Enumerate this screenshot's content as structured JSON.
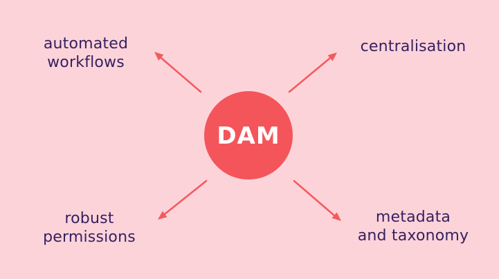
{
  "colors": {
    "background": "#FDD3DA",
    "circle": "#F4555A",
    "arrow": "#F25B5C",
    "label_text": "#36215F",
    "center_text": "#FFFFFF"
  },
  "diagram": {
    "center_label": "DAM",
    "nodes": [
      {
        "id": "automated-workflows",
        "position": "top-left",
        "lines": [
          "automated",
          "workflows"
        ]
      },
      {
        "id": "centralisation",
        "position": "top-right",
        "lines": [
          "centralisation"
        ]
      },
      {
        "id": "robust-permissions",
        "position": "bottom-left",
        "lines": [
          "robust",
          "permissions"
        ]
      },
      {
        "id": "metadata-taxonomy",
        "position": "bottom-right",
        "lines": [
          "metadata",
          "and taxonomy"
        ]
      }
    ]
  }
}
